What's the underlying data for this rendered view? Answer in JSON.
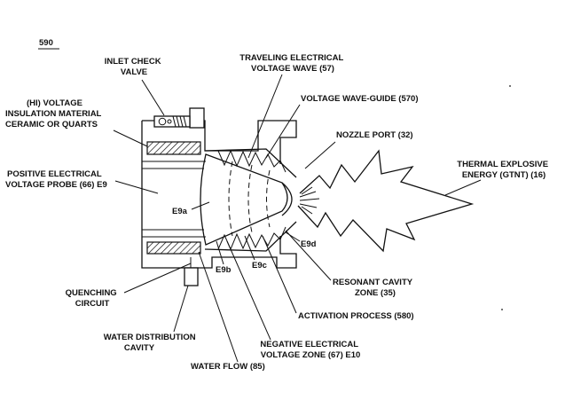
{
  "figure": {
    "number": "590"
  },
  "labels": {
    "inlet_check_valve": [
      "INLET CHECK",
      "VALVE"
    ],
    "traveling_wave": [
      "TRAVELING ELECTRICAL",
      "VOLTAGE WAVE (57)"
    ],
    "hi_voltage_insulation": [
      "(HI) VOLTAGE",
      "INSULATION MATERIAL",
      "CERAMIC OR QUARTS"
    ],
    "voltage_wave_guide": [
      "VOLTAGE WAVE-GUIDE (570)"
    ],
    "nozzle_port": [
      "NOZZLE PORT (32)"
    ],
    "positive_probe": [
      "POSITIVE ELECTRICAL",
      "VOLTAGE  PROBE (66) E9"
    ],
    "thermal_energy": [
      "THERMAL EXPLOSIVE",
      "ENERGY (GTNT) (16)"
    ],
    "e9a": "E9a",
    "e9b": "E9b",
    "e9c": "E9c",
    "e9d": "E9d",
    "resonant_cavity": [
      "RESONANT CAVITY",
      "ZONE (35)"
    ],
    "quenching_circuit": [
      "QUENCHING",
      "CIRCUIT"
    ],
    "activation_process": [
      "ACTIVATION PROCESS (580)"
    ],
    "water_distribution": [
      "WATER DISTRIBUTION",
      "CAVITY"
    ],
    "negative_zone": [
      "NEGATIVE ELECTRICAL",
      "VOLTAGE ZONE (67) E10"
    ],
    "water_flow": [
      "WATER FLOW (85)"
    ]
  }
}
